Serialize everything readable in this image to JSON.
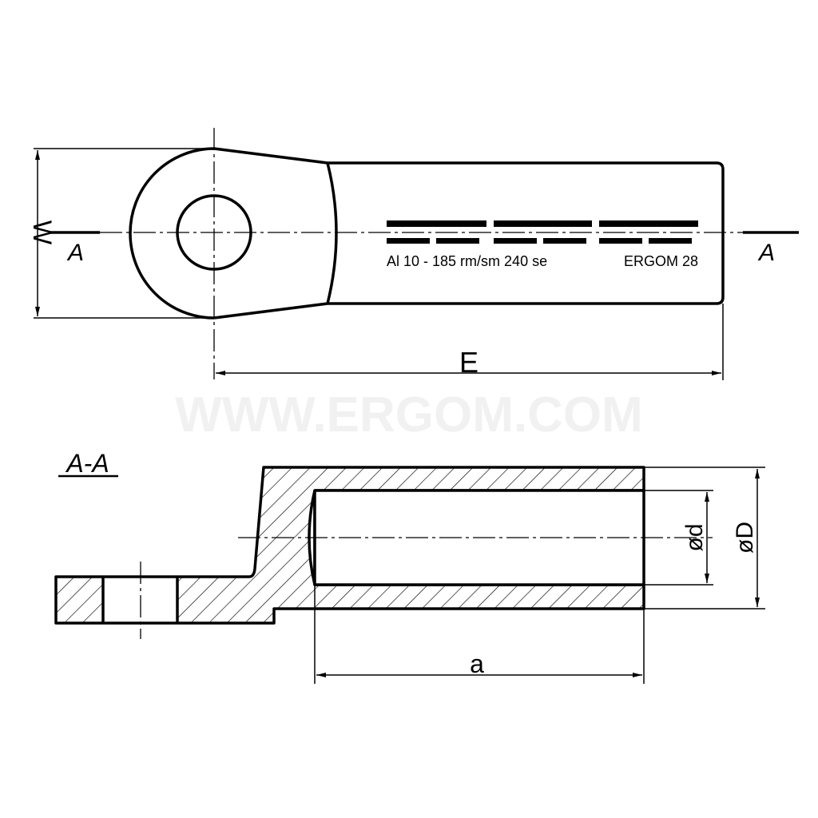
{
  "watermark": "WWW.ERGOM.COM",
  "top_view": {
    "section_marker_left": "A",
    "section_marker_right": "A",
    "dim_width": "W",
    "dim_length": "E",
    "marking_text_left": "Al 10 - 185 rm/sm 240 se",
    "marking_text_right": "ERGOM 28"
  },
  "section_view": {
    "title": "A-A",
    "dim_inner_diameter": "ød",
    "dim_outer_diameter": "øD",
    "dim_barrel_depth": "a"
  }
}
